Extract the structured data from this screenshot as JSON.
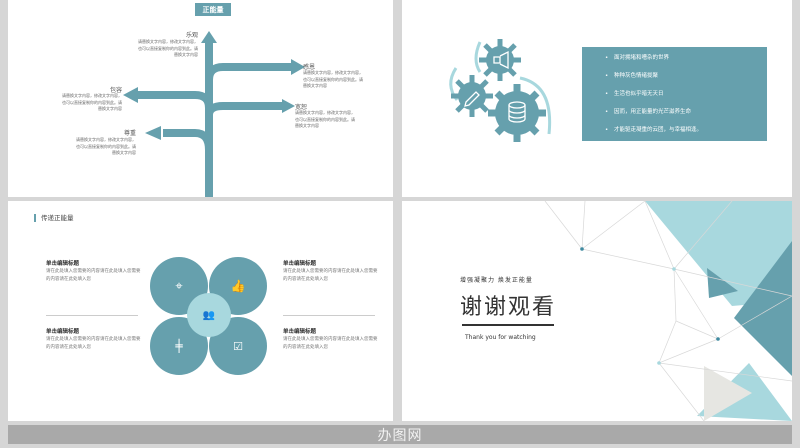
{
  "slide1": {
    "tag": "正能量",
    "branches": [
      {
        "label": "乐观",
        "text": "请替换文字内容，修改文字内容，也可以直接复制你的内容到此。请替换文字内容"
      },
      {
        "label": "感恩",
        "text": "请替换文字内容，修改文字内容，也可以直接复制你的内容到此。请替换文字内容"
      },
      {
        "label": "包容",
        "text": "请替换文字内容，修改文字内容，也可以直接复制你的内容到此。请替换文字内容"
      },
      {
        "label": "宽恕",
        "text": "请替换文字内容，修改文字内容，也可以直接复制你的内容到此。请替换文字内容"
      },
      {
        "label": "尊重",
        "text": "请替换文字内容，修改文字内容，也可以直接复制你的内容到此。请替换文字内容"
      }
    ],
    "color": "#66a0ad"
  },
  "slide2": {
    "items": [
      "面对拥堵和嘈杂的世界",
      "种种灰色情绪拢聚",
      "生活也似乎暗无天日",
      "因而，用正能量的光芒滋养生命",
      "才能驱走凝重的云团，与幸福相逢。"
    ],
    "icons": [
      "megaphone-icon",
      "pencil-icon",
      "database-icon"
    ]
  },
  "slide3": {
    "title": "传递正能量",
    "blocks": [
      {
        "heading": "单击编辑标题",
        "text": "请在此处填入您需要的内容请在此处填入您需要的内容请在此处填入您"
      },
      {
        "heading": "单击编辑标题",
        "text": "请在此处填入您需要的内容请在此处填入您需要的内容请在此处填入您"
      },
      {
        "heading": "单击编辑标题",
        "text": "请在此处填入您需要的内容请在此处填入您需要的内容请在此处填入您"
      },
      {
        "heading": "单击编辑标题",
        "text": "请在此处填入您需要的内容请在此处填入您需要的内容请在此处填入您"
      }
    ]
  },
  "slide4": {
    "slogan": "增强凝聚力  焕发正能量",
    "title": "谢谢观看",
    "subtitle": "Thank you for watching"
  },
  "footer": {
    "watermark": "办图网"
  }
}
